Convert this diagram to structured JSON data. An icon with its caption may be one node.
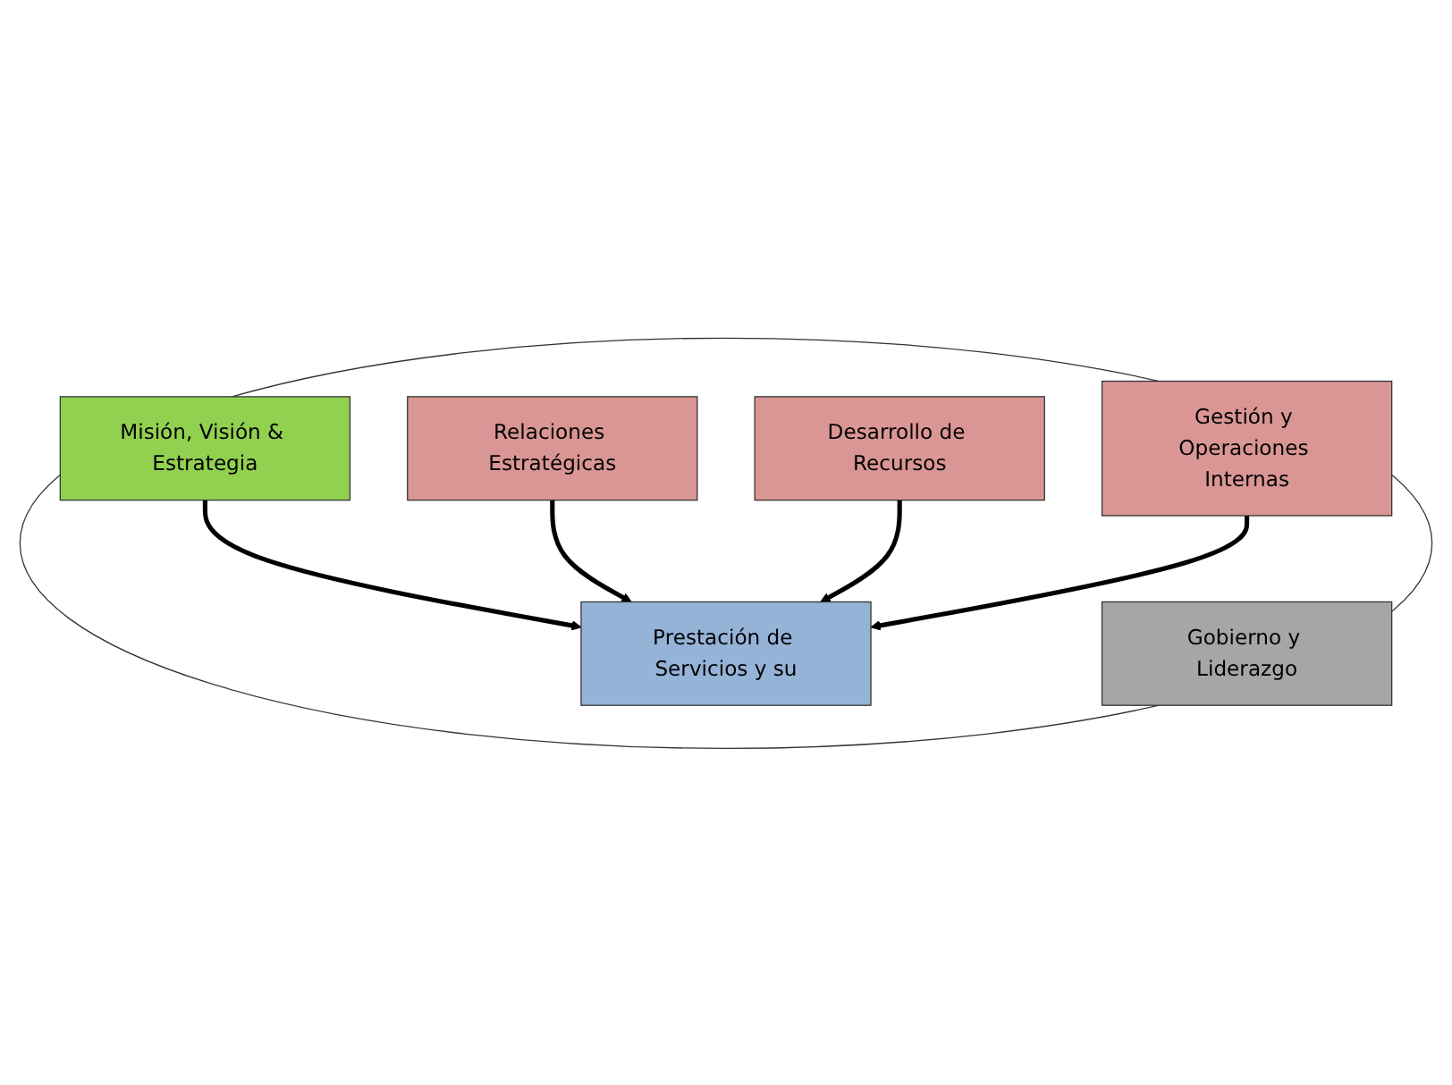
{
  "diagram": {
    "nodes": [
      {
        "text": [],
        "shape": "circle"
      },
      {
        "text": [
          "Misión, Visión & Estrategia"
        ],
        "in": 0
      },
      {
        "text": [
          "Prestación de Servicios y su"
        ],
        "in": 0
      },
      {
        "text": [
          "Relaciones Estratégicas"
        ],
        "in": 0
      },
      {
        "text": [
          "Desarrollo de Recursos"
        ],
        "in": 0
      },
      {
        "text": [
          "Gestión y Operaciones Internas"
        ],
        "in": 0
      },
      {
        "text": [
          "Gobierno y Liderazgo"
        ],
        "in": 0
      }
    ],
    "edges": [
      {
        "from": 1,
        "to": 2,
        "arrow": "to"
      },
      {
        "from": 3,
        "to": 2,
        "arrow": "to"
      },
      {
        "from": 4,
        "to": 2,
        "arrow": "to"
      },
      {
        "from": 5,
        "to": 2,
        "arrow": "to"
      }
    ]
  }
}
